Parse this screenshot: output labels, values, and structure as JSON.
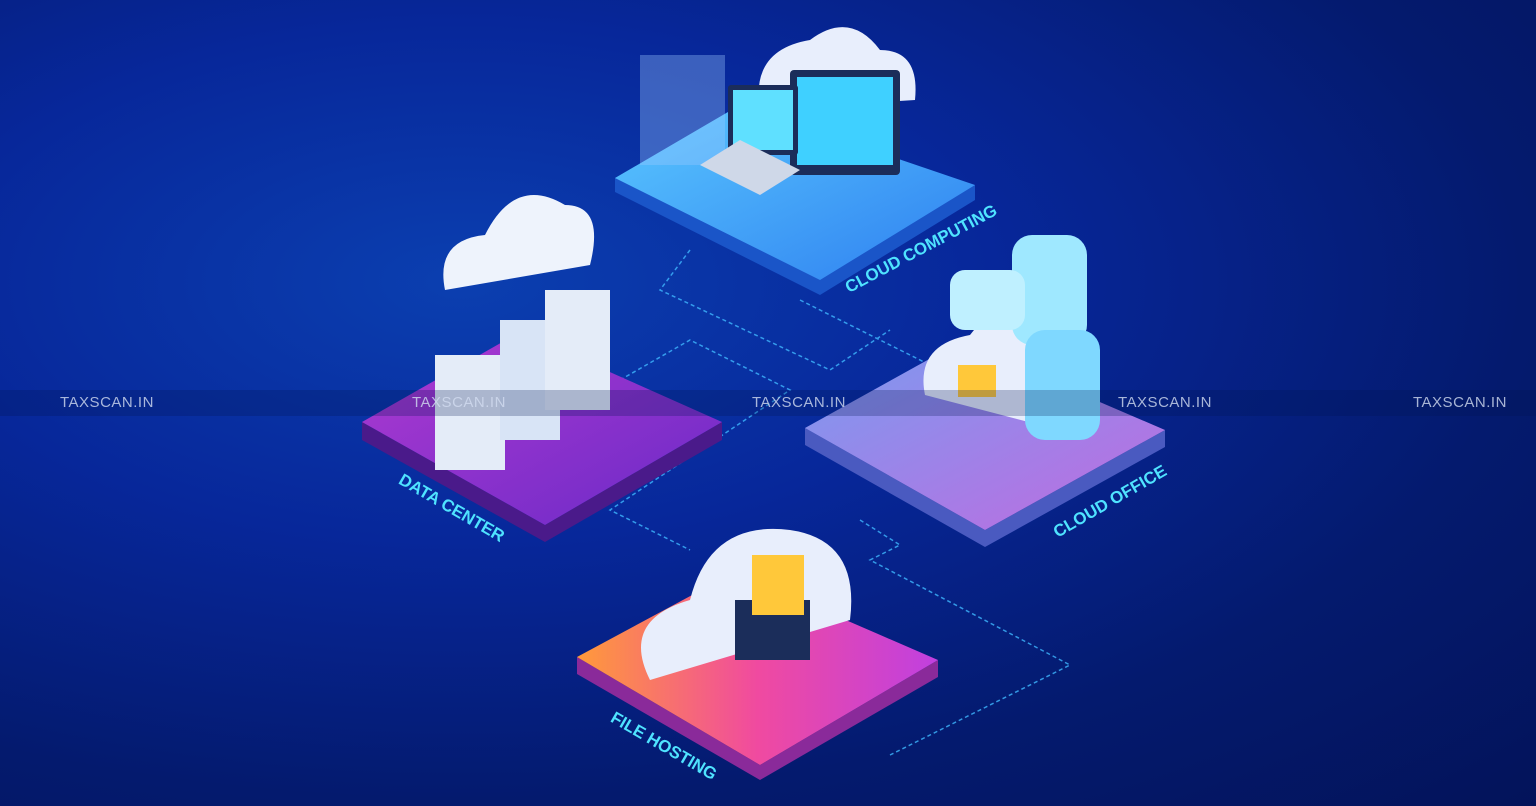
{
  "labels": {
    "cloud_computing": "CLOUD COMPUTING",
    "data_center": "DATA CENTER",
    "cloud_office": "CLOUD OFFICE",
    "file_hosting": "FILE HOSTING"
  },
  "watermark": [
    "TAXSCAN.IN",
    "TAXSCAN.IN",
    "TAXSCAN.IN",
    "TAXSCAN.IN",
    "TAXSCAN.IN"
  ],
  "colors": {
    "accent": "#4fe3ff",
    "background": "#07279a"
  }
}
